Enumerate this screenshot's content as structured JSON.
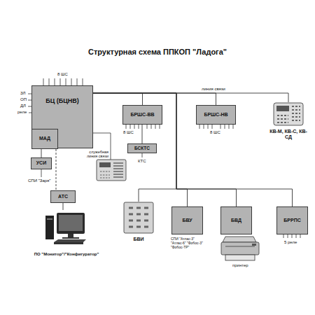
{
  "diagram": {
    "title": "Структурная схема ППКОП \"Ладога\"",
    "nodes": [
      {
        "text": [
          "БЦ (БЦНВ)"
        ]
      },
      {
        "text": [
          "МАД"
        ],
        "in": 0
      },
      {
        "text": [
          "УСИ"
        ]
      },
      {
        "text": [
          "АТС"
        ]
      },
      {
        "text": [
          "ПО \"Монитор\"/\"Конфигуратор\""
        ]
      },
      {
        "text": [
          "БРШС-ВВ"
        ]
      },
      {
        "text": [
          "БСКТС"
        ]
      },
      {
        "text": [
          "БРШС-НВ"
        ]
      },
      {
        "text": [
          "КВ-М, КВ-С, КВ-СД"
        ]
      },
      {
        "text": [
          "БВИ"
        ]
      },
      {
        "text": [
          "БВУ"
        ]
      },
      {
        "text": [
          "БВД"
        ]
      },
      {
        "text": [
          "БРРПС"
        ]
      }
    ],
    "edges": [
      {
        "from": 1,
        "to": 2,
        "arrow": "none"
      },
      {
        "from": 1,
        "to": 3,
        "arrow": "none"
      },
      {
        "from": 3,
        "to": 4,
        "arrow": "none"
      },
      {
        "from": 0,
        "to": 5,
        "arrow": "none"
      },
      {
        "from": 5,
        "to": 6,
        "arrow": "none"
      },
      {
        "from": 0,
        "to": 7,
        "arrow": "none"
      },
      {
        "from": 0,
        "to": 8,
        "arrow": "none"
      },
      {
        "from": 0,
        "to": 9,
        "arrow": "none"
      },
      {
        "from": 0,
        "to": 10,
        "arrow": "none"
      },
      {
        "from": 0,
        "to": 11,
        "arrow": "none"
      },
      {
        "from": 0,
        "to": 12,
        "arrow": "none"
      }
    ],
    "labels": [
      "8 ШС",
      "ЗЛ",
      "ОП",
      "ДЛ",
      "реле",
      "линия связи",
      "служебная линия связи",
      "СПИ \"Заря\"",
      "8 ШС",
      "КТС",
      "8 ШС",
      "СПИ \"Атлас-3\" \"Атлас-6\" \"Фобос-3\" \"Фобос-ТР\"",
      "принтер",
      "5 реле"
    ]
  }
}
